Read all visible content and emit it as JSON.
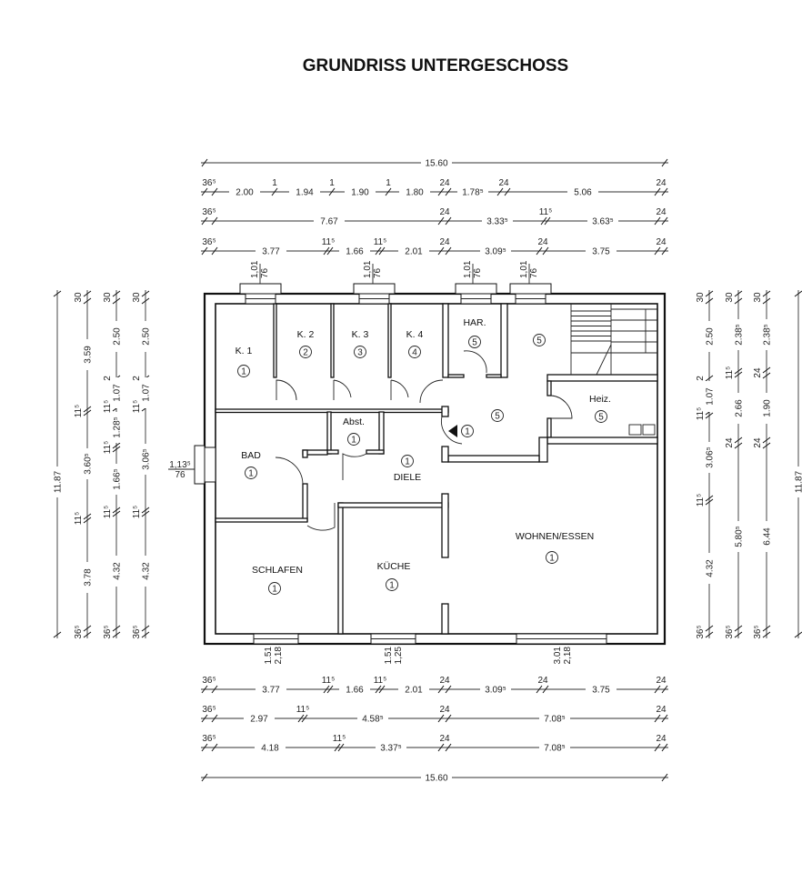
{
  "title": "GRUNDRISS UNTERGESCHOSS",
  "rooms": [
    {
      "name": "K. 1",
      "num": "1"
    },
    {
      "name": "K. 2",
      "num": "2"
    },
    {
      "name": "K. 3",
      "num": "3"
    },
    {
      "name": "K. 4",
      "num": "4"
    },
    {
      "name": "HAR.",
      "num": "5"
    },
    {
      "name": "",
      "num": "5"
    },
    {
      "name": "",
      "num": "5"
    },
    {
      "name": "Heiz.",
      "num": "5"
    },
    {
      "name": "Abst.",
      "num": "1"
    },
    {
      "name": "BAD",
      "num": "1"
    },
    {
      "name": "DIELE",
      "num": "1"
    },
    {
      "name": "WOHNEN/ESSEN",
      "num": "1"
    },
    {
      "name": "KÜCHE",
      "num": "1"
    },
    {
      "name": "SCHLAFEN",
      "num": "1"
    }
  ],
  "entrance": {
    "num": "1"
  },
  "windows": {
    "top": [
      [
        "1,01",
        "76"
      ],
      [
        "1,01",
        "76"
      ],
      [
        "1,01",
        "76"
      ],
      [
        "1,01",
        "76"
      ]
    ],
    "bottom": [
      [
        "1.51",
        "2,18"
      ],
      [
        "1.51",
        "1,25"
      ],
      [
        "3.01",
        "2,18"
      ]
    ],
    "left": [
      [
        "1,13⁵",
        "76"
      ]
    ]
  },
  "dimensions": {
    "top": [
      {
        "walls": [],
        "segs": [
          "15.60"
        ]
      },
      {
        "walls": [
          "36⁵",
          "1",
          "1",
          "1",
          "24",
          "24",
          "24"
        ],
        "segs": [
          "2.00",
          "1.94",
          "1.90",
          "1.80",
          "1.78⁵",
          "5.06"
        ]
      },
      {
        "walls": [
          "36⁵",
          "24",
          "11⁵",
          "24"
        ],
        "segs": [
          "7.67",
          "3.33⁵",
          "3.63⁵"
        ]
      },
      {
        "walls": [
          "36⁵",
          "11⁵",
          "11⁵",
          "24",
          "24",
          "24"
        ],
        "segs": [
          "3.77",
          "1.66",
          "2.01",
          "3.09⁵",
          "3.75"
        ]
      }
    ],
    "bottom": [
      {
        "walls": [
          "36⁵",
          "11⁵",
          "11⁵",
          "24",
          "24",
          "24"
        ],
        "segs": [
          "3.77",
          "1.66",
          "2.01",
          "3.09⁵",
          "3.75"
        ]
      },
      {
        "walls": [
          "36⁵",
          "11⁵",
          "24",
          "24"
        ],
        "segs": [
          "2.97",
          "4.58⁵",
          "7.08⁵"
        ]
      },
      {
        "walls": [
          "36⁵",
          "11⁵",
          "24",
          "24"
        ],
        "segs": [
          "4.18",
          "3.37⁵",
          "7.08⁵"
        ]
      },
      {
        "walls": [],
        "segs": [
          "15.60"
        ]
      }
    ],
    "left": [
      {
        "walls": [],
        "segs": [
          "11.87"
        ]
      },
      {
        "walls": [
          "30",
          "11⁵",
          "11⁵",
          "36⁵"
        ],
        "segs": [
          "3.59",
          "3.60⁵",
          "3.78"
        ]
      },
      {
        "walls": [
          "30",
          "2",
          "11⁵",
          "11⁵",
          "11⁵",
          "36⁵"
        ],
        "segs": [
          "2.50",
          "1.07",
          "1.28⁵",
          "1.66⁵",
          "4.32"
        ]
      },
      {
        "walls": [
          "30",
          "2",
          "11⁵",
          "11⁵",
          "36⁵"
        ],
        "segs": [
          "2.50",
          "1.07",
          "3.06⁵",
          "4.32"
        ]
      }
    ],
    "right": [
      {
        "walls": [
          "30",
          "2",
          "11⁵",
          "11⁵",
          "36⁵"
        ],
        "segs": [
          "2.50",
          "1.07",
          "3.06⁵",
          "4.32"
        ]
      },
      {
        "walls": [
          "30",
          "11⁵",
          "24",
          "36⁵"
        ],
        "segs": [
          "2.38⁵",
          "2.66",
          "5.80⁵"
        ]
      },
      {
        "walls": [
          "30",
          "24",
          "24",
          "36⁵"
        ],
        "segs": [
          "2.38⁵",
          "1.90",
          "6.44"
        ]
      },
      {
        "walls": [],
        "segs": [
          "11.87"
        ]
      }
    ]
  }
}
